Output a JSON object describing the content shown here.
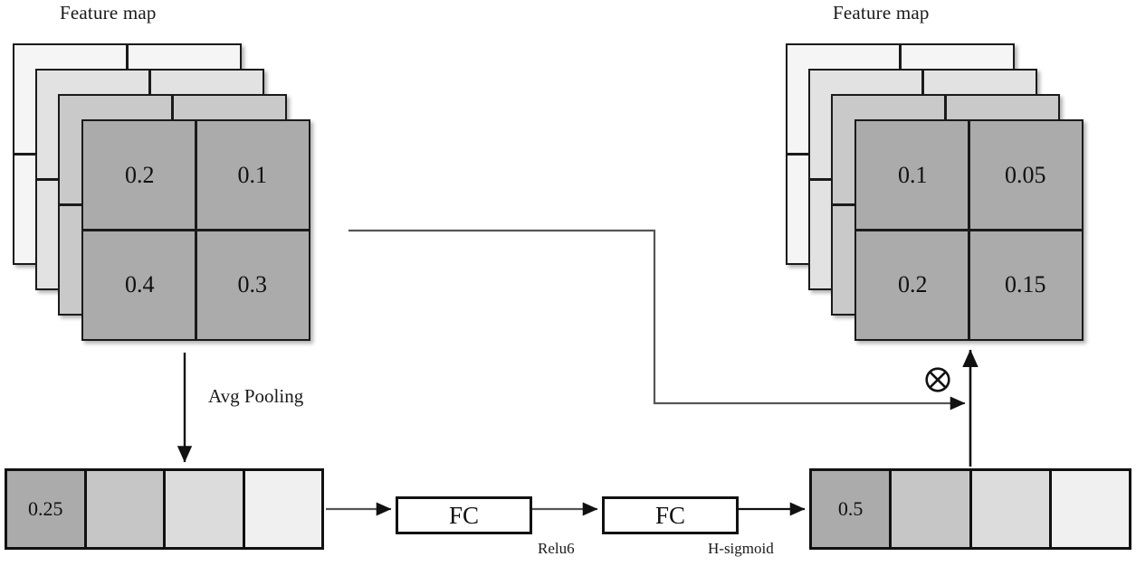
{
  "diagram": {
    "title": "SE (Squeeze-and-Excitation) attention block",
    "stroke_color": "#1a1a1a",
    "wire_color": "#444444"
  },
  "left_stack": {
    "caption": "Feature map",
    "layers": [
      {
        "shade": "#f5f5f5"
      },
      {
        "shade": "#e2e2e2"
      },
      {
        "shade": "#c9c9c9"
      },
      {
        "shade": "#ababab"
      }
    ],
    "front_cells": [
      "0.2",
      "0.1",
      "0.4",
      "0.3"
    ]
  },
  "right_stack": {
    "caption": "Feature map",
    "layers": [
      {
        "shade": "#f5f5f5"
      },
      {
        "shade": "#e2e2e2"
      },
      {
        "shade": "#c9c9c9"
      },
      {
        "shade": "#ababab"
      }
    ],
    "front_cells": [
      "0.1",
      "0.05",
      "0.2",
      "0.15"
    ]
  },
  "operations": {
    "avg_pooling_label": "Avg Pooling",
    "relu_label": "Relu6",
    "hsigmoid_label": "H-sigmoid",
    "multiply_symbol": "multiply-icon"
  },
  "fc_blocks": [
    {
      "label": "FC",
      "activation": "Relu6"
    },
    {
      "label": "FC",
      "activation": "H-sigmoid"
    }
  ],
  "squeeze_vector": {
    "first_value": "0.25",
    "cells": [
      {
        "value": "0.25",
        "shade": "#ababab"
      },
      {
        "value": "",
        "shade": "#c6c6c6"
      },
      {
        "value": "",
        "shade": "#dcdcdc"
      },
      {
        "value": "",
        "shade": "#f0f0f0"
      }
    ]
  },
  "excite_vector": {
    "first_value": "0.5",
    "cells": [
      {
        "value": "0.5",
        "shade": "#ababab"
      },
      {
        "value": "",
        "shade": "#c6c6c6"
      },
      {
        "value": "",
        "shade": "#dcdcdc"
      },
      {
        "value": "",
        "shade": "#f0f0f0"
      }
    ]
  },
  "chart_data": {
    "type": "diagram",
    "title": "Squeeze-and-Excitation attention module",
    "nodes": [
      {
        "id": "input-feature-map",
        "label": "Feature map",
        "values": [
          "0.2",
          "0.1",
          "0.4",
          "0.3"
        ]
      },
      {
        "id": "squeeze-vector",
        "label": "",
        "values": [
          "0.25",
          "",
          "",
          ""
        ]
      },
      {
        "id": "fc1",
        "label": "FC",
        "activation": "Relu6"
      },
      {
        "id": "fc2",
        "label": "FC",
        "activation": "H-sigmoid"
      },
      {
        "id": "excite-vector",
        "label": "",
        "values": [
          "0.5",
          "",
          "",
          ""
        ]
      },
      {
        "id": "output-feature-map",
        "label": "Feature map",
        "values": [
          "0.1",
          "0.05",
          "0.2",
          "0.15"
        ]
      }
    ],
    "edges": [
      {
        "from": "input-feature-map",
        "to": "squeeze-vector",
        "label": "Avg Pooling"
      },
      {
        "from": "squeeze-vector",
        "to": "fc1",
        "label": ""
      },
      {
        "from": "fc1",
        "to": "fc2",
        "label": "Relu6"
      },
      {
        "from": "fc2",
        "to": "excite-vector",
        "label": "H-sigmoid"
      },
      {
        "from": "excite-vector",
        "to": "output-feature-map",
        "label": "multiply"
      },
      {
        "from": "input-feature-map",
        "to": "output-feature-map",
        "label": ""
      }
    ]
  }
}
